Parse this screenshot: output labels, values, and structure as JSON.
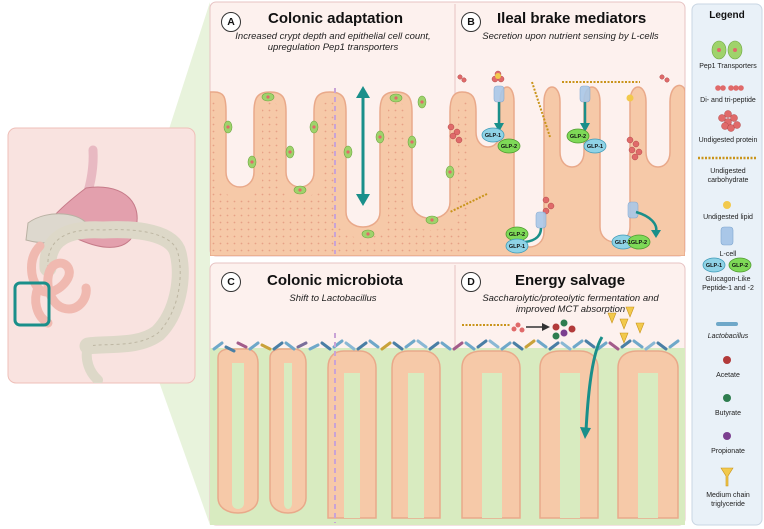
{
  "panels": {
    "a": {
      "letter": "A",
      "title": "Colonic adaptation",
      "subtitle_1": "Increased crypt depth and epithelial cell count,",
      "subtitle_2": "upregulation Pep1 transporters"
    },
    "b": {
      "letter": "B",
      "title": "Ileal brake mediators",
      "subtitle_1": "Secretion upon nutrient sensing by L-cells",
      "pill_glp1": "GLP-1",
      "pill_glp2": "GLP-2"
    },
    "c": {
      "letter": "C",
      "title": "Colonic microbiota",
      "subtitle_1": "Shift to Lactobacillus"
    },
    "d": {
      "letter": "D",
      "title": "Energy salvage",
      "subtitle_1": "Saccharolytic/proteolytic fermentation and",
      "subtitle_2": "improved MCT absorption"
    }
  },
  "legend": {
    "title": "Legend",
    "items": [
      {
        "label": "Pep1 Transporters",
        "icon": "pep1-transporter-icon"
      },
      {
        "label": "Di- and tri-peptide",
        "icon": "dipeptide-icon"
      },
      {
        "label": "Undigested protein",
        "icon": "protein-cluster-icon"
      },
      {
        "label": "Undigested carbohydrate",
        "icon": "carbohydrate-chain-icon"
      },
      {
        "label": "Undigested lipid",
        "icon": "lipid-droplet-icon"
      },
      {
        "label": "L-cell",
        "icon": "l-cell-icon"
      },
      {
        "label": "Glucagon-Like Peptide-1 and -2",
        "icon": "glp-pill-icon",
        "pill_1": "GLP-1",
        "pill_2": "GLP-2"
      },
      {
        "label": "Lactobacillus",
        "icon": "lactobacillus-icon"
      },
      {
        "label": "Acetate",
        "icon": "acetate-dot-icon"
      },
      {
        "label": "Butyrate",
        "icon": "butyrate-dot-icon"
      },
      {
        "label": "Propionate",
        "icon": "propionate-dot-icon"
      },
      {
        "label": "Medium chain triglyceride",
        "icon": "mct-icon"
      }
    ]
  },
  "colors": {
    "tissue": "#f6c9a8",
    "tissue_edge": "#e9a98a",
    "panel_bg": "#fdf1ee",
    "lumen_green": "#d8ebc0",
    "teal": "#1a8f8a",
    "glp1": "#8fd3e6",
    "glp2": "#7ed957",
    "acetate": "#b23a3a",
    "butyrate": "#2e7d4f",
    "propionate": "#7b3f8f",
    "lipid": "#f2c94c"
  }
}
